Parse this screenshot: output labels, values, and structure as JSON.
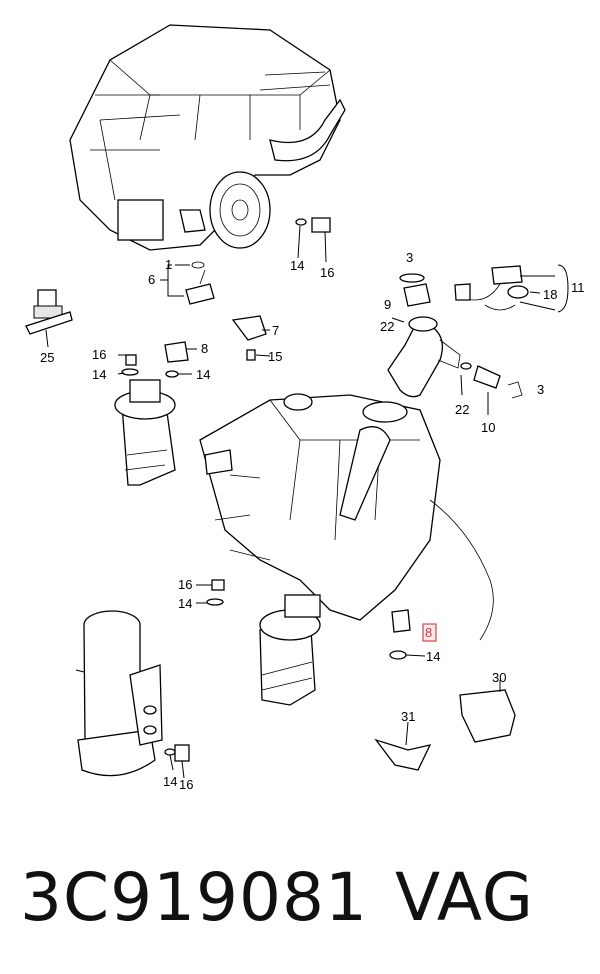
{
  "callouts": {
    "c3a": "3",
    "c9": "9",
    "c22a": "22",
    "c11": "11",
    "c18": "18",
    "c25": "25",
    "c14a": "14",
    "c16a": "16",
    "c1": "1",
    "c6": "6",
    "c7": "7",
    "c15": "15",
    "c16b": "16",
    "c14b": "14",
    "c8a": "8",
    "c14c": "14",
    "c22b": "22",
    "c10": "10",
    "c3b": "3",
    "c16c": "16",
    "c14d": "14",
    "c8b": "8",
    "c14e": "14",
    "c30": "30",
    "c31": "31",
    "c14f": "14",
    "c16d": "16"
  },
  "highlight_color": "#d9434f",
  "footer": {
    "part_number": "3C919081",
    "brand": "VAG"
  }
}
